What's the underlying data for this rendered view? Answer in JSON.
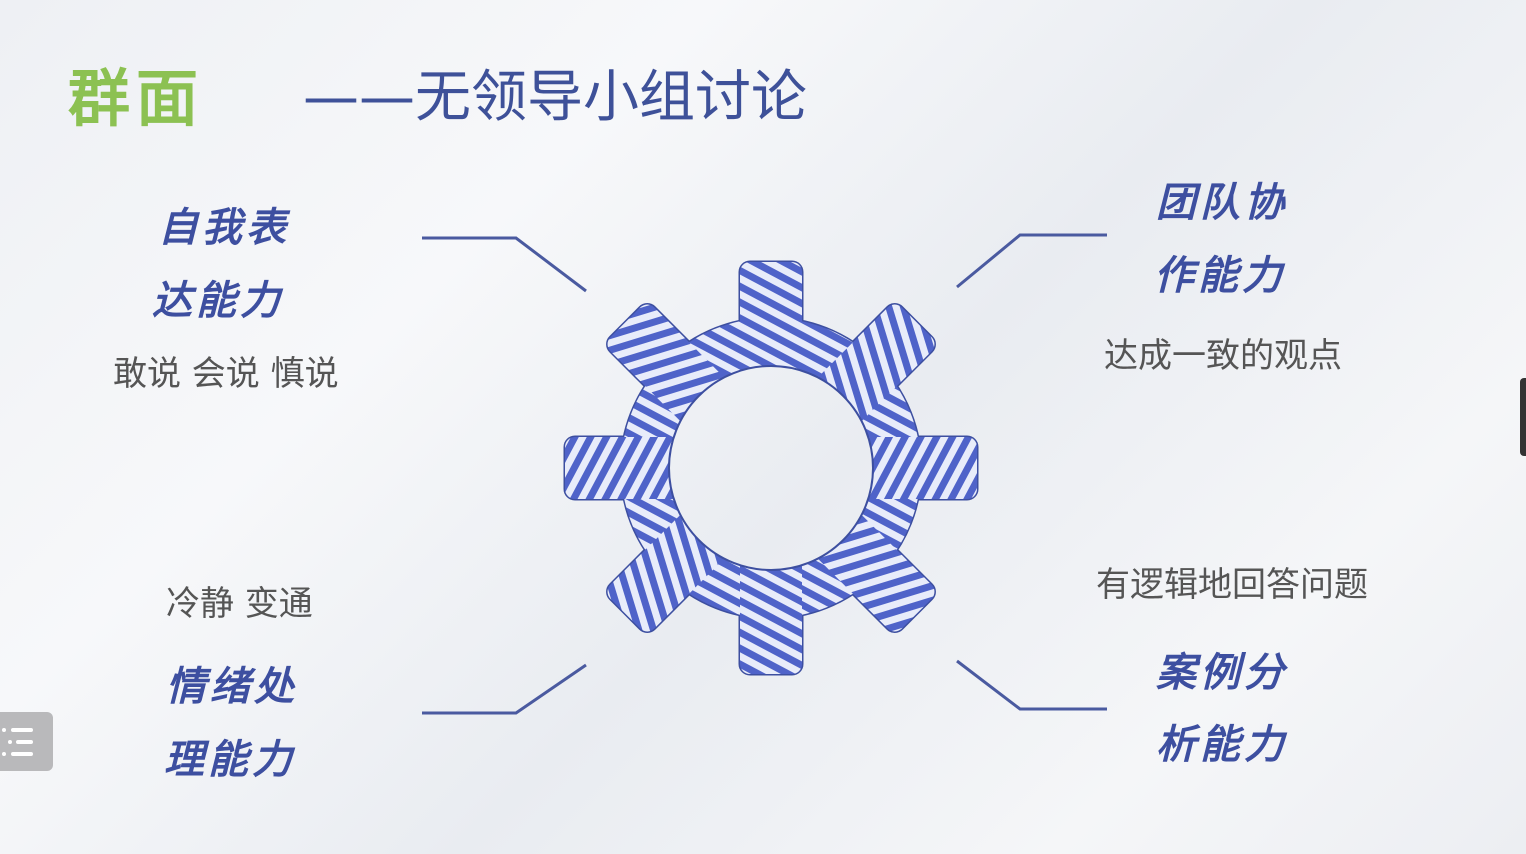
{
  "title": {
    "highlight": "群面",
    "main": "——无领导小组讨论"
  },
  "quadrants": {
    "top_left": {
      "heading_line1": "自我表",
      "heading_line2": "达能力",
      "detail": "敢说 会说 慎说"
    },
    "top_right": {
      "heading_line1": "团队协",
      "heading_line2": "作能力",
      "detail": "达成一致的观点"
    },
    "bottom_left": {
      "heading_line1": "情绪处",
      "heading_line2": "理能力",
      "detail": "冷静 变通"
    },
    "bottom_right": {
      "heading_line1": "案例分",
      "heading_line2": "析能力",
      "detail": "有逻辑地回答问题"
    }
  },
  "colors": {
    "accent_green": "#8cc152",
    "blue": "#3d4fa0",
    "gear": "#4f63c9"
  },
  "icons": {
    "gear": "gear-icon",
    "outline": "list-icon"
  }
}
